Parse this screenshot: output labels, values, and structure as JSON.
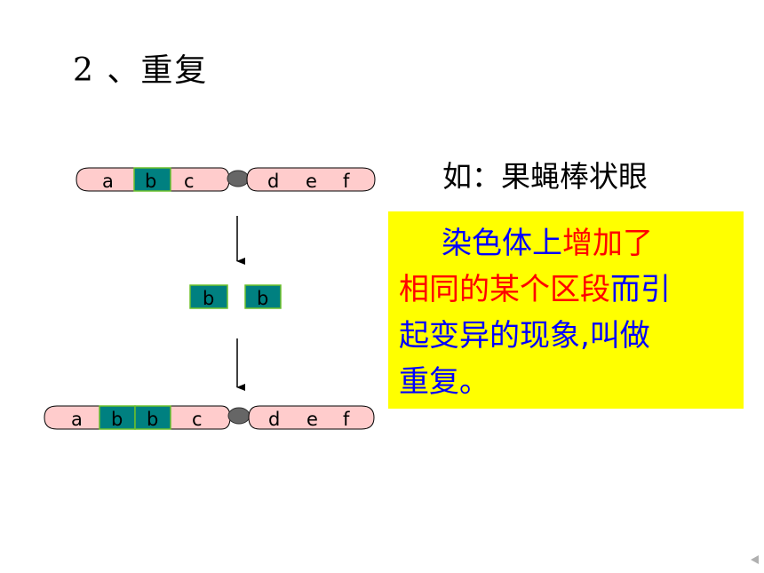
{
  "title": "2 、重复",
  "example": "如：果蝇棒状眼",
  "definition": {
    "segments": [
      {
        "text": "染色体上",
        "color": "blue"
      },
      {
        "text": "增加了",
        "color": "red"
      },
      {
        "text": "相同的某个区段",
        "color": "red"
      },
      {
        "text": "而引",
        "color": "blue"
      },
      {
        "text": "起变异的现象,叫做",
        "color": "blue"
      },
      {
        "text": "重复。",
        "color": "blue"
      }
    ]
  },
  "chromosome_top": {
    "left_arm": [
      "a",
      "b",
      "c"
    ],
    "right_arm": [
      "d",
      "e",
      "f"
    ]
  },
  "fragments": [
    "b",
    "b"
  ],
  "chromosome_bottom": {
    "left_arm": [
      "a",
      "b",
      "b",
      "c"
    ],
    "right_arm": [
      "d",
      "e",
      "f"
    ]
  },
  "colors": {
    "chromosome_fill": "#ffcccc",
    "segment_fill": "#008080",
    "centromere": "#666666",
    "highlight_box": "#ffff00"
  }
}
